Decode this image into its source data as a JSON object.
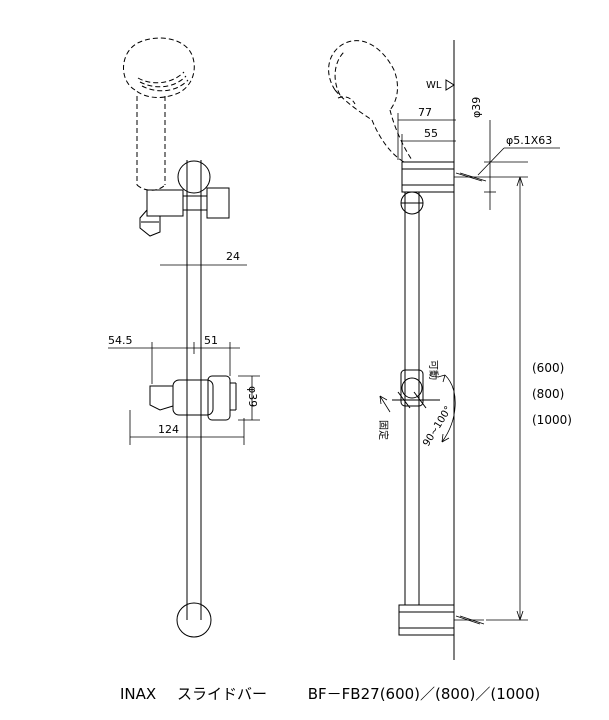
{
  "left_view": {
    "dim_24": "24",
    "dim_54_5": "54.5",
    "dim_51": "51",
    "dim_124": "124",
    "dim_phi39": "φ39"
  },
  "right_view": {
    "wl": "WL",
    "dim_77": "77",
    "dim_55": "55",
    "dim_phi39": "φ39",
    "screw": "φ5.1X63",
    "angle": "90~100°",
    "label_movable": "可動",
    "label_fixed": "固定",
    "lengths": [
      "(600)",
      "(800)",
      "(1000)"
    ]
  },
  "caption": {
    "brand": "INAX",
    "product": "スライドバー",
    "model": "BF－FB27(600)／(800)／(1000)"
  }
}
